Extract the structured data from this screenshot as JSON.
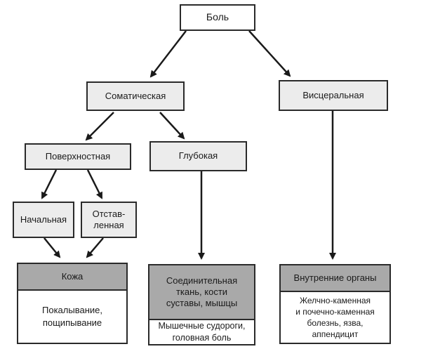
{
  "diagram": {
    "root": "Боль",
    "somatic": "Соматическая",
    "visceral": "Висцеральная",
    "superficial": "Поверхностная",
    "deep": "Глубокая",
    "initial": "Начальная",
    "delayed": "Отстав-\nленная",
    "skin": "Кожа",
    "skin_examples": "Покалывание,\nпощипывание",
    "connective": "Соединительная\nткань, кости\nсуставы, мышцы",
    "connective_examples": "Мышечные судороги,\nголовная боль",
    "internal": "Внутренние органы",
    "internal_examples": "Желчно-каменная\nи почечно-каменная\nболезнь,   язва,\nаппендицит"
  }
}
